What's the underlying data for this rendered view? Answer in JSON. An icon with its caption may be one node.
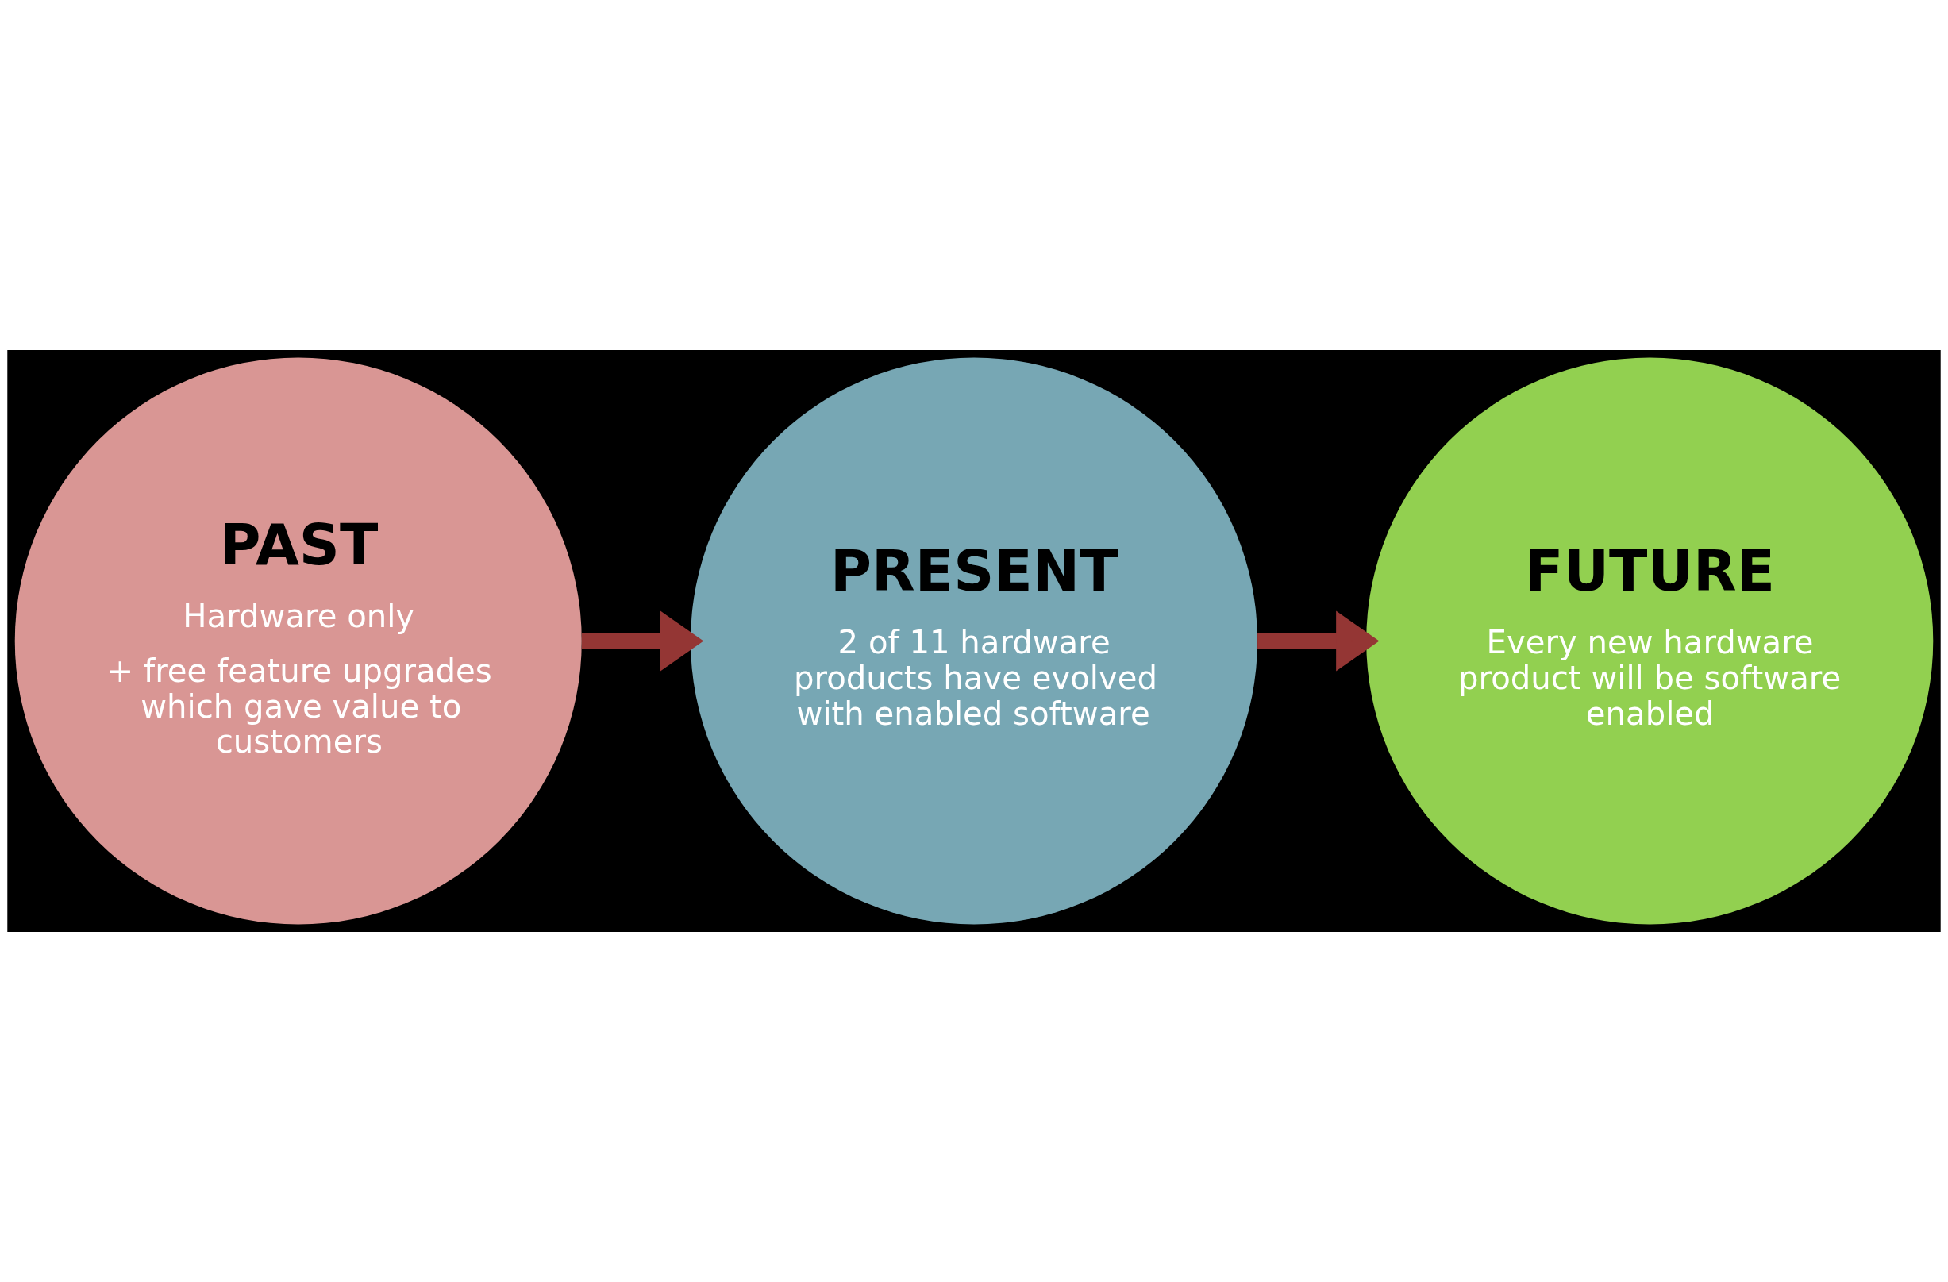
{
  "diagram": {
    "nodes": [
      {
        "text": [
          "PAST",
          "Hardware only",
          "+ free feature upgrades which gave value to customers"
        ]
      },
      {
        "text": [
          "PRESENT",
          "2 of 11 hardware products have evolved with enabled software"
        ]
      },
      {
        "text": [
          "FUTURE",
          "Every new hardware product will be software enabled"
        ]
      }
    ],
    "edges": [
      {
        "from": 0,
        "to": 1,
        "arrow": "to"
      },
      {
        "from": 1,
        "to": 2,
        "arrow": "to"
      }
    ]
  }
}
